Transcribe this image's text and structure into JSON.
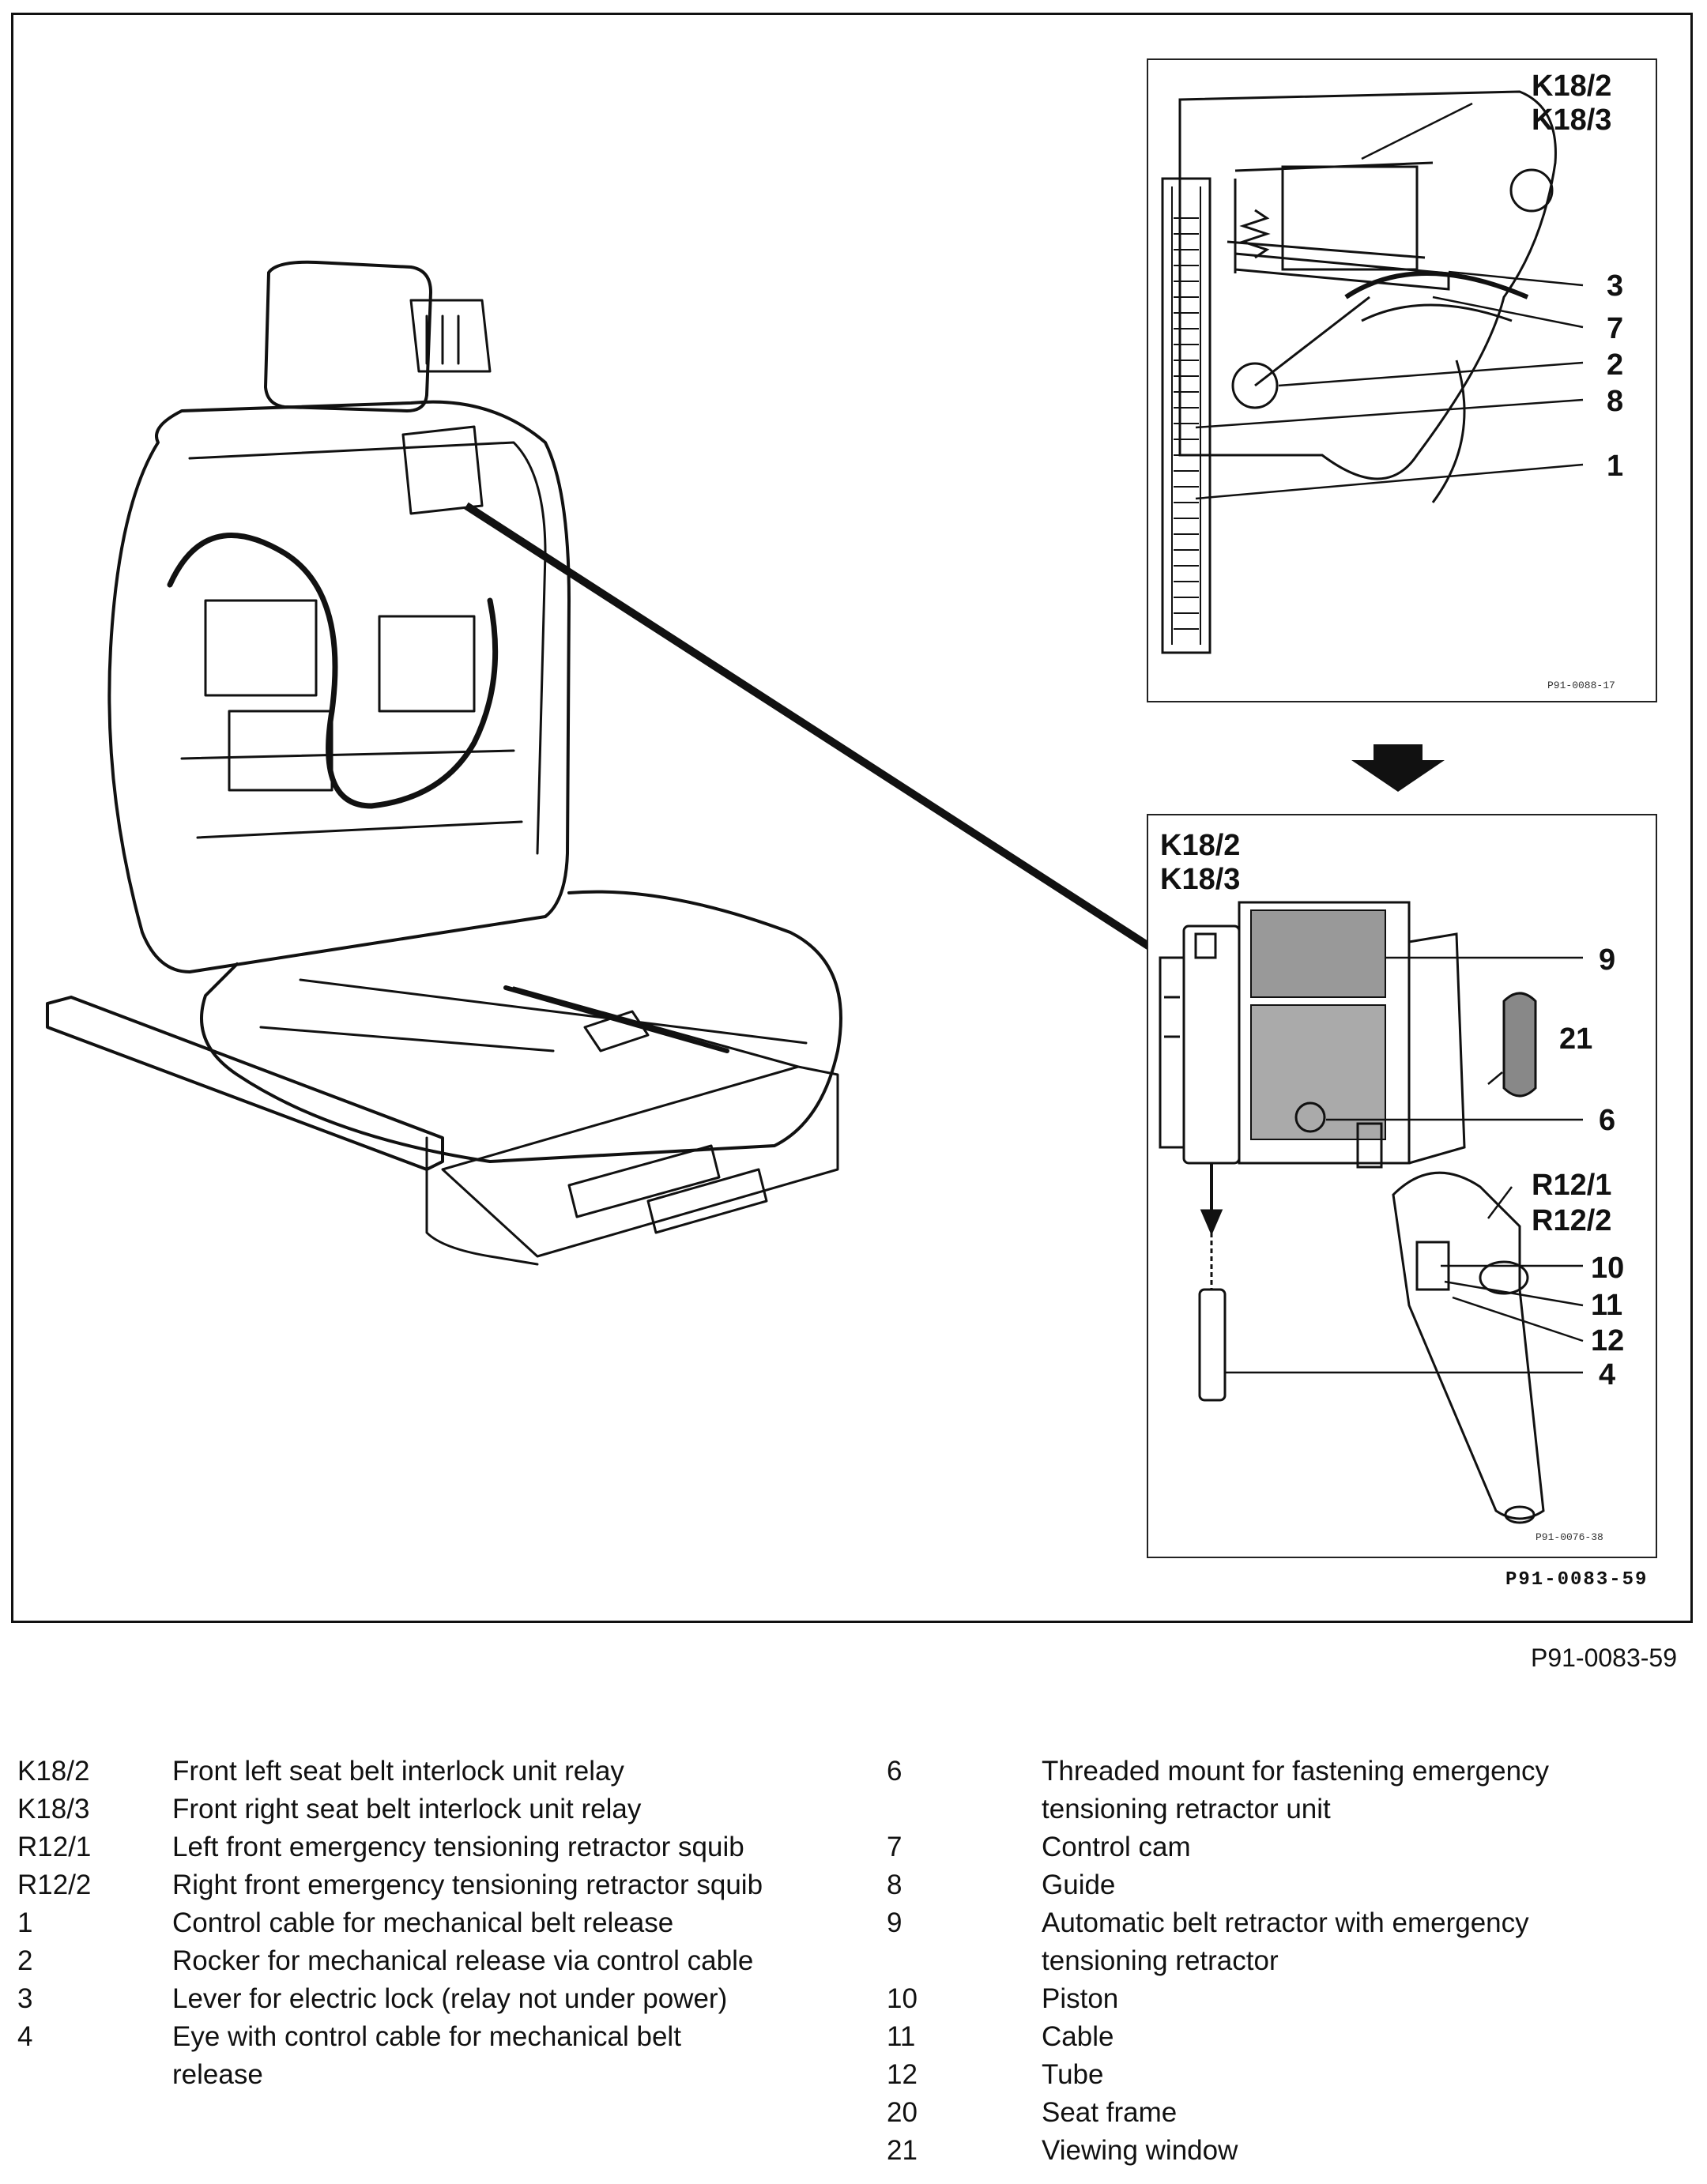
{
  "figure": {
    "codes": {
      "inset_top": "P91-0088-17",
      "inset_bottom": "P91-0076-38",
      "frame": "P91-0083-59",
      "outer": "P91-0083-59"
    },
    "top_panel_labels": {
      "relay_a": "K18/2",
      "relay_b": "K18/3",
      "n3": "3",
      "n7": "7",
      "n2": "2",
      "n8": "8",
      "n1": "1"
    },
    "bottom_panel_labels": {
      "relay_a": "K18/2",
      "relay_b": "K18/3",
      "n9": "9",
      "n21": "21",
      "n6": "6",
      "squib_a": "R12/1",
      "squib_b": "R12/2",
      "n10": "10",
      "n11": "11",
      "n12": "12",
      "n4": "4"
    }
  },
  "legend": {
    "left": [
      {
        "code": "K18/2",
        "desc": "Front left seat belt interlock unit relay"
      },
      {
        "code": "K18/3",
        "desc": "Front right seat belt interlock unit relay"
      },
      {
        "code": "R12/1",
        "desc": "Left front emergency tensioning retractor squib"
      },
      {
        "code": "R12/2",
        "desc": "Right front emergency tensioning retractor squib"
      },
      {
        "code": "1",
        "desc": "Control cable for mechanical belt release"
      },
      {
        "code": "2",
        "desc": "Rocker for mechanical release via control cable"
      },
      {
        "code": "3",
        "desc": "Lever for electric lock (relay not under power)"
      },
      {
        "code": "4",
        "desc": "Eye with control cable for mechanical belt release"
      }
    ],
    "right": [
      {
        "code": "6",
        "desc": "Threaded mount for fastening emergency tensioning retractor unit"
      },
      {
        "code": "7",
        "desc": "Control cam"
      },
      {
        "code": "8",
        "desc": "Guide"
      },
      {
        "code": "9",
        "desc": "Automatic belt retractor with emergency tensioning retractor"
      },
      {
        "code": "10",
        "desc": "Piston"
      },
      {
        "code": "11",
        "desc": "Cable"
      },
      {
        "code": "12",
        "desc": "Tube"
      },
      {
        "code": "20",
        "desc": "Seat frame"
      },
      {
        "code": "21",
        "desc": "Viewing window"
      }
    ]
  }
}
